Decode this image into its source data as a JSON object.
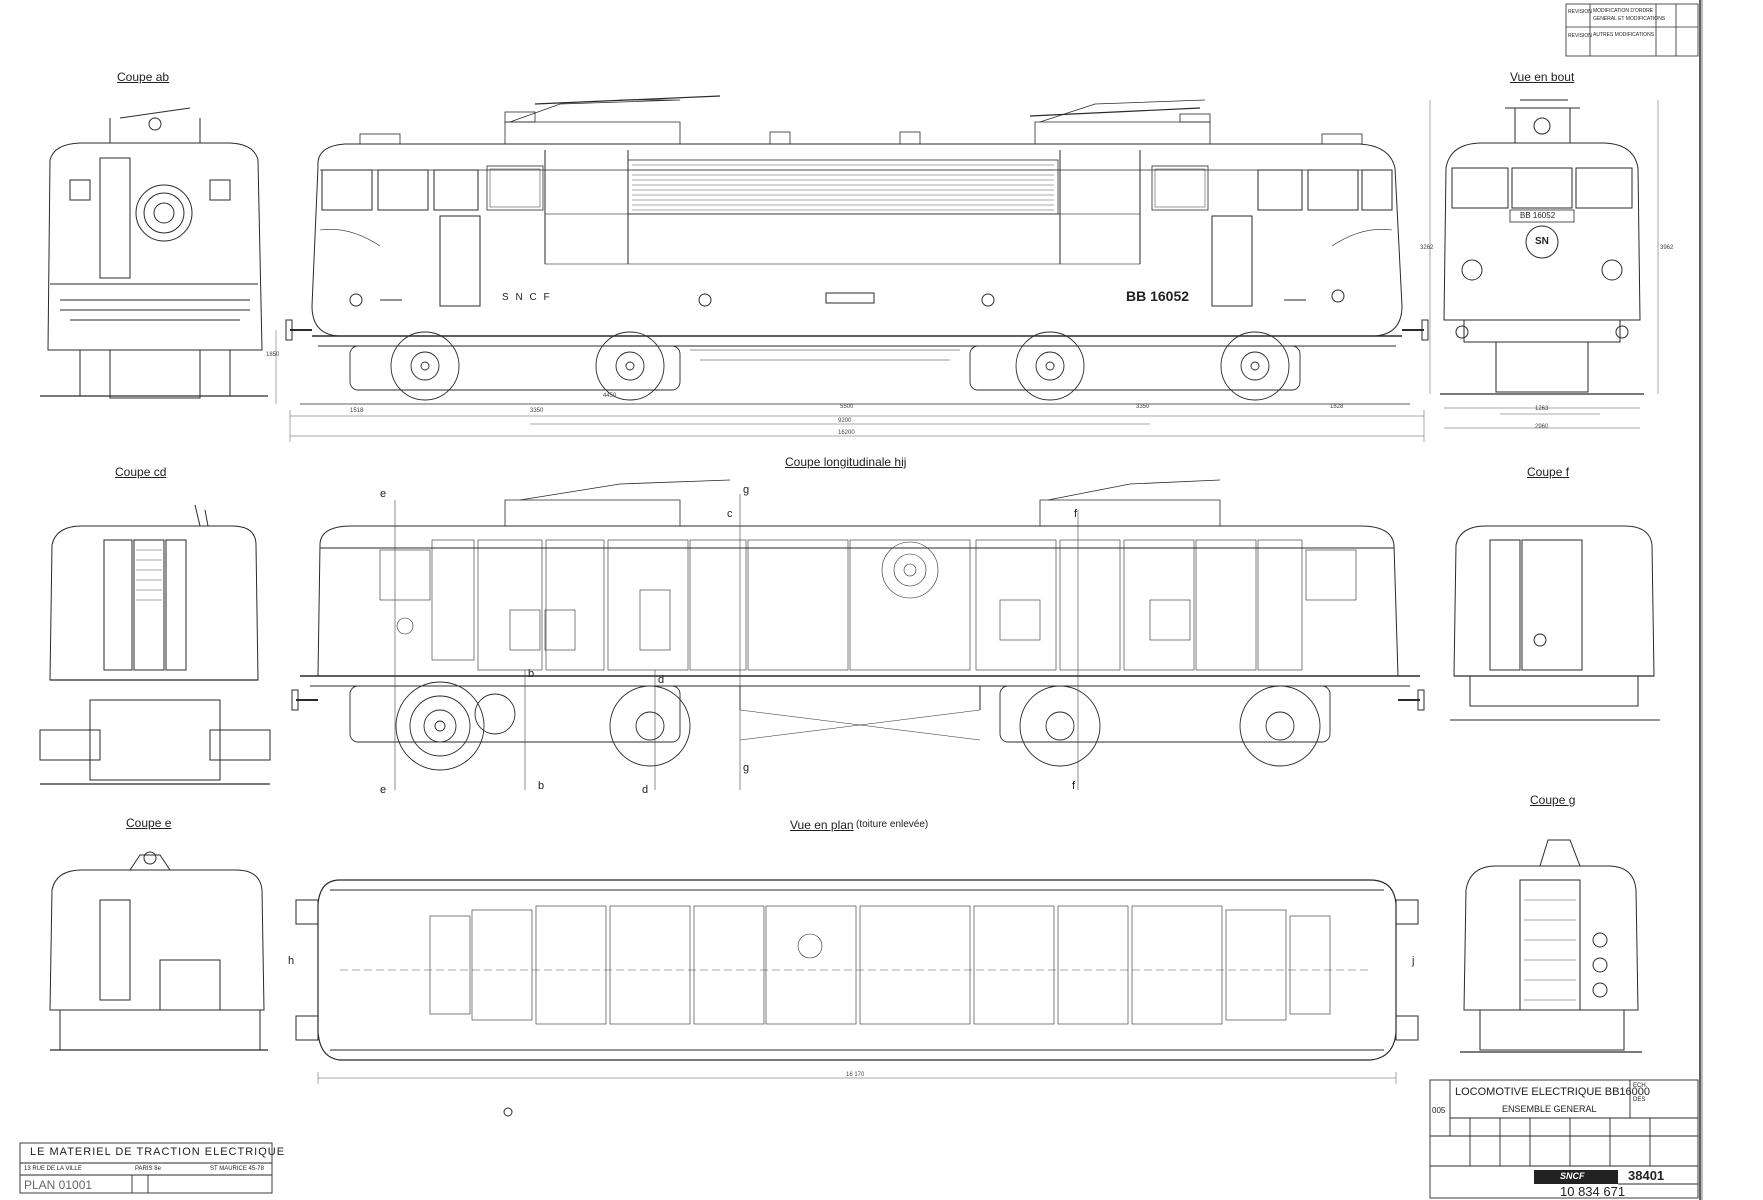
{
  "views": {
    "coupe_ab": "Coupe ab",
    "vue_en_bout": "Vue en bout",
    "coupe_cd": "Coupe cd",
    "coupe_longitudinale": "Coupe longitudinale hij",
    "coupe_f": "Coupe f",
    "coupe_e": "Coupe e",
    "vue_en_plan": "Vue en plan",
    "vue_en_plan_note": "(toiture enlevée)",
    "coupe_g": "Coupe g"
  },
  "loco": {
    "number": "BB 16052",
    "front_number": "BB 16052",
    "sncf_side": "S N C F",
    "sncf_logo": "SN"
  },
  "section_marks": [
    "e",
    "g",
    "c",
    "f",
    "b",
    "d",
    "h",
    "j"
  ],
  "dimensions": {
    "bottom_1": "1518",
    "bottom_2": "3350",
    "bottom_3": "4450",
    "bottom_4": "5500",
    "bottom_5": "3350",
    "bottom_6": "1828",
    "inner": "9200",
    "total": "16200",
    "height": "1850",
    "front_width_1": "1263",
    "front_width_2": "2960",
    "front_height_1": "3262",
    "front_height_2": "3962",
    "plan_length": "16 170"
  },
  "title_block": {
    "title": "LOCOMOTIVE ELECTRIQUE BB16000",
    "subtitle": "ENSEMBLE GENERAL",
    "sheet_code": "005",
    "sncf": "SNCF",
    "ref": "38401",
    "drawing_number": "10 834 671",
    "side_1": "ECH.",
    "side_2": "DES",
    "columns": [
      "",
      "",
      "",
      "",
      "",
      "",
      ""
    ]
  },
  "manufacturer": {
    "name": "LE MATERIEL DE TRACTION ELECTRIQUE",
    "address": "13 RUE DE LA VILLE",
    "city": "PARIS 8e",
    "phone": "ST MAURICE 45-78",
    "plan_no": "PLAN 01001"
  },
  "revisions": {
    "row_1": "MODIFICATION D'ORDRE",
    "row_1b": "GENERAL ET MODIFICATIONS",
    "row_2": "AUTRES MODIFICATIONS",
    "row_2b": "",
    "col_1": "REVISION",
    "col_2": "REVISION"
  }
}
